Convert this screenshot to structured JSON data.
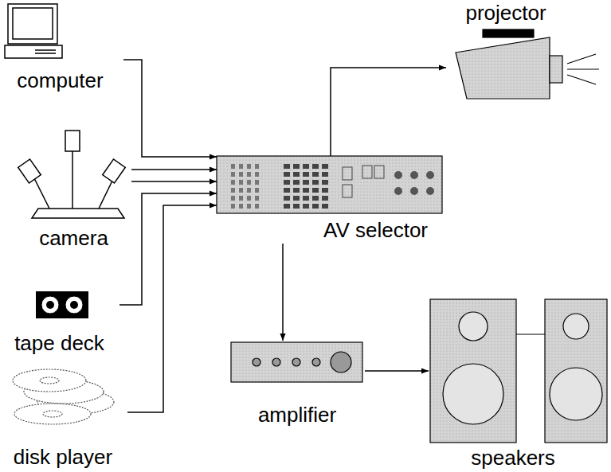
{
  "diagram": {
    "nodes": [
      {
        "text": [
          "computer"
        ]
      },
      {
        "text": [
          "camera"
        ]
      },
      {
        "text": [
          "tape deck"
        ]
      },
      {
        "text": [
          "disk player"
        ]
      },
      {
        "text": [
          "AV selector"
        ]
      },
      {
        "text": [
          "projector"
        ]
      },
      {
        "text": [
          "amplifier"
        ]
      },
      {
        "text": [
          "speakers"
        ]
      }
    ],
    "edges": [
      {
        "from": 0,
        "to": 4,
        "arrow": "to"
      },
      {
        "from": 1,
        "to": 4,
        "arrow": "to"
      },
      {
        "from": 1,
        "to": 4,
        "arrow": "to"
      },
      {
        "from": 2,
        "to": 4,
        "arrow": "to"
      },
      {
        "from": 3,
        "to": 4,
        "arrow": "to"
      },
      {
        "from": 4,
        "to": 5,
        "arrow": "to"
      },
      {
        "from": 4,
        "to": 6,
        "arrow": "to"
      },
      {
        "from": 6,
        "to": 7,
        "arrow": "to"
      }
    ]
  }
}
